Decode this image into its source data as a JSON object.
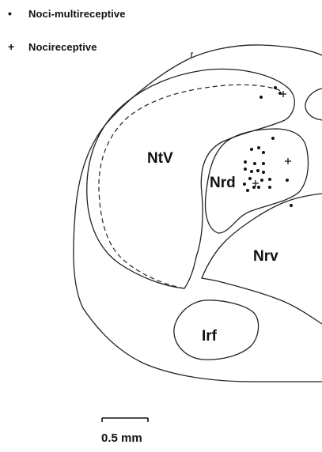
{
  "legend": [
    {
      "symbol": "•",
      "label": "Noci-multireceptive"
    },
    {
      "symbol": "+",
      "label": "Nocireceptive"
    }
  ],
  "regions": {
    "ntv": "NtV",
    "nrd": "Nrd",
    "nrv": "Nrv",
    "irf": "Irf"
  },
  "scale_bar": {
    "label": "0.5 mm"
  },
  "neurons": {
    "noci_multireceptive": 24,
    "nocireceptive": 3
  }
}
